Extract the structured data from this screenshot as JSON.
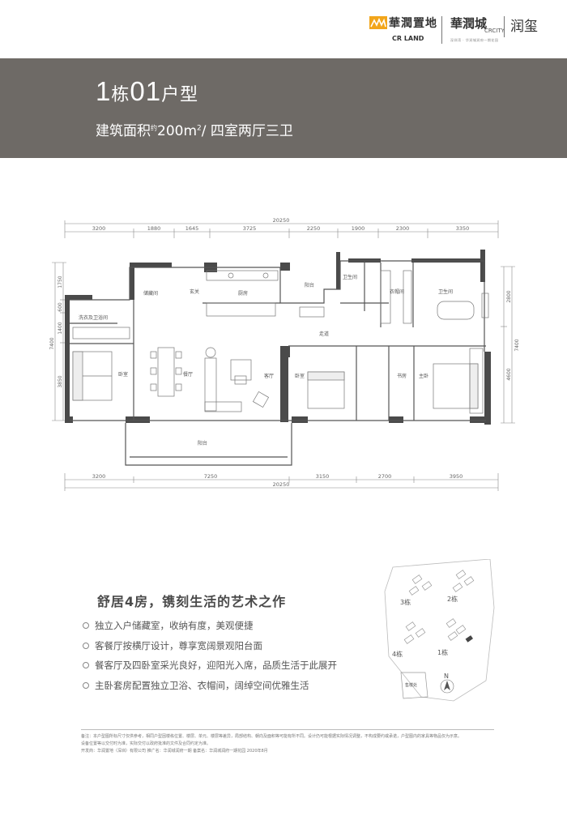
{
  "brand": {
    "logo1_cn": "華潤置地",
    "logo1_en": "CR LAND",
    "logo2_cn": "華潤城",
    "logo2_en": "CRCITY",
    "logo2_sub": "深圳湾 · 华润城润府一期花园",
    "logo3_cn": "润玺"
  },
  "header": {
    "title_num": "1",
    "title_unit1": "栋",
    "title_num2": "01",
    "title_unit2": "户型",
    "area_label": "建筑面积",
    "area_prefix": "约",
    "area_value": "200m",
    "area_sup": "2",
    "layout_text": "/ 四室两厅三卫"
  },
  "plan": {
    "top_total": "20250",
    "top_dims": [
      "3200",
      "1880",
      "1645",
      "3725",
      "2250",
      "1900",
      "2300",
      "3350"
    ],
    "bottom_dims": [
      "3200",
      "7250",
      "3150",
      "2700",
      "3950"
    ],
    "bottom_total": "20250",
    "left_dims": [
      "1750",
      "600",
      "1400",
      "3850"
    ],
    "left_total": "7400",
    "right_dims": [
      "2800",
      "4600"
    ],
    "right_total": "7400",
    "rooms": {
      "entry_storage": "储藏间",
      "foyer": "玄关",
      "kitchen": "厨房",
      "balcony_top": "阳台",
      "bath1": "卫生间",
      "closet": "衣帽间",
      "bath2": "卫生间",
      "laundry": "洗衣及卫浴间",
      "corridor": "走道",
      "bedroom_left": "卧室",
      "dining": "餐厅",
      "living": "客厅",
      "bedroom_mid": "卧室",
      "study": "书房",
      "master": "主卧",
      "balcony_bottom": "阳台"
    }
  },
  "features": {
    "title": "舒居4房，镌刻生活的艺术之作",
    "items": [
      "独立入户储藏室，收纳有度，美观便捷",
      "客餐厅按横厅设计，尊享宽阔景观阳台面",
      "餐客厅及四卧室采光良好，迎阳光入席，品质生活于此展开",
      "主卧套房配置独立卫浴、衣帽间，阔绰空间优雅生活"
    ]
  },
  "sitemap": {
    "b3": "3栋",
    "b2": "2栋",
    "b4": "4栋",
    "b1": "1栋",
    "north": "N",
    "sales": "售楼处"
  },
  "footer": {
    "line1": "备注：本户型图所标尺寸仅供参考，相同户型因楼栋位置、楼层、单元、楼层等差异，局部结构、朝向及面积等可能有所不同。设计仍可能根据实际情况调整，不构成要约或承诺，户型图内的家具等物品仅为示意。",
    "line2": "设备位置等以交付时为准，实际交付以政府批准的文件及合同约定为准。",
    "line3": "开发商：华润置地（深圳）有限公司    推广名：华润城润府一期    备案名：华润城润府一期花园    2020年8月"
  },
  "colors": {
    "band": "#6e6a66",
    "wall": "#4a4a4a",
    "line": "#777777",
    "text": "#4a4a4a"
  }
}
